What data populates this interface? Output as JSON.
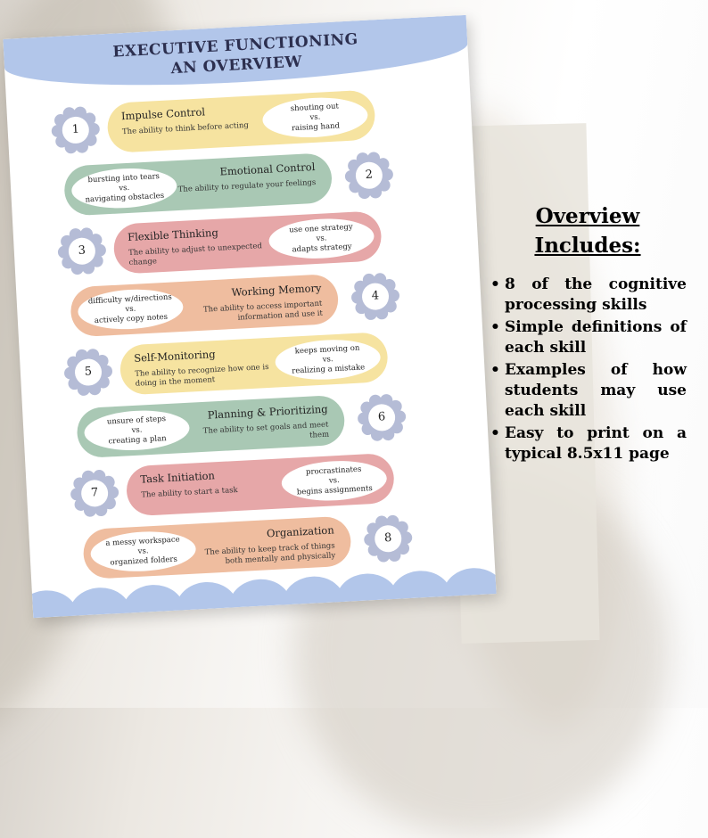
{
  "poster": {
    "title_line1": "EXECUTIVE FUNCTIONING",
    "title_line2": "AN OVERVIEW",
    "skills": [
      {
        "number": "1",
        "name": "Impulse Control",
        "definition": "The ability to think before acting",
        "example_a": "shouting out",
        "vs": "vs.",
        "example_b": "raising hand",
        "color": "#f6e3a0"
      },
      {
        "number": "2",
        "name": "Emotional Control",
        "definition": "The ability to regulate your feelings",
        "example_a": "bursting into tears",
        "vs": "vs.",
        "example_b": "navigating obstacles",
        "color": "#a9c8b4"
      },
      {
        "number": "3",
        "name": "Flexible Thinking",
        "definition": "The ability to adjust to unexpected change",
        "example_a": "use one strategy",
        "vs": "vs.",
        "example_b": "adapts strategy",
        "color": "#e6a7a8"
      },
      {
        "number": "4",
        "name": "Working Memory",
        "definition": "The ability to access important information and use it",
        "example_a": "difficulty w/directions",
        "vs": "vs.",
        "example_b": "actively copy notes",
        "color": "#efbd9f"
      },
      {
        "number": "5",
        "name": "Self-Monitoring",
        "definition": "The ability to recognize how one is doing in the moment",
        "example_a": "keeps moving on",
        "vs": "vs.",
        "example_b": "realizing a mistake",
        "color": "#f6e3a0"
      },
      {
        "number": "6",
        "name": "Planning & Prioritizing",
        "definition": "The ability to set goals and meet them",
        "example_a": "unsure of steps",
        "vs": "vs.",
        "example_b": "creating a plan",
        "color": "#a9c8b4"
      },
      {
        "number": "7",
        "name": "Task Initiation",
        "definition": "The ability to start a task",
        "example_a": "procrastinates",
        "vs": "vs.",
        "example_b": "begins assignments",
        "color": "#e6a7a8"
      },
      {
        "number": "8",
        "name": "Organization",
        "definition": "The ability to keep track of things both mentally and physically",
        "example_a": "a messy workspace",
        "vs": "vs.",
        "example_b": "organized folders",
        "color": "#efbd9f"
      }
    ],
    "gear_color": "#b5bcd6",
    "header_color": "#b2c6ea"
  },
  "overview": {
    "title_line1": "Overview",
    "title_line2": "Includes:",
    "items": [
      "8 of the cognitive processing skills",
      "Simple definitions of each skill",
      "Examples of how students may use each skill",
      "Easy to print on a typical 8.5x11 page"
    ]
  }
}
